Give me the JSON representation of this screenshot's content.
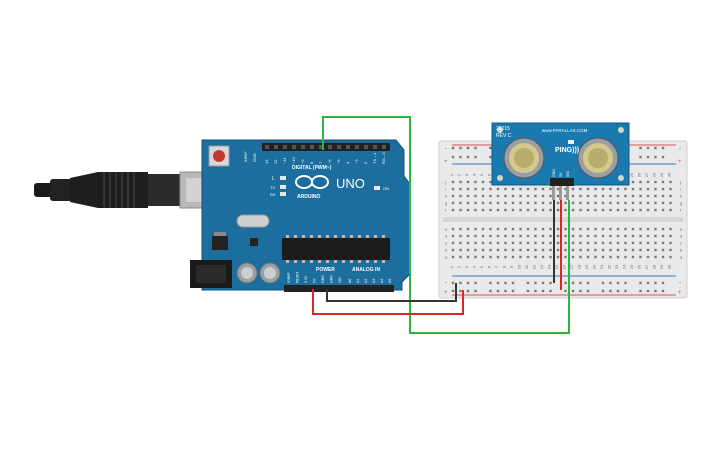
{
  "arduino": {
    "logo_text": "UNO",
    "brand": "ARDUINO",
    "digital_label": "DIGITAL (PWM~)",
    "power_label": "POWER",
    "analog_label": "ANALOG IN",
    "on_label": "ON",
    "led_l": "L",
    "led_tx": "TX",
    "led_rx": "RX",
    "aref": "AREF",
    "gnd_top": "GND",
    "digital_pins": [
      "13",
      "12",
      "~11",
      "~10",
      "~9",
      "8",
      "7",
      "~6",
      "~5",
      "4",
      "~3",
      "2",
      "TX→1",
      "RX←0"
    ],
    "power_pins": [
      "IOREF",
      "RESET",
      "3.3V",
      "5V",
      "GND",
      "GND",
      "VIN"
    ],
    "analog_pins": [
      "A0",
      "A1",
      "A2",
      "A3",
      "A4",
      "A5"
    ]
  },
  "sensor": {
    "model": "28015",
    "rev": "REV C",
    "brand": "www.PARALLAX.COM",
    "name": "PING)))",
    "pins": [
      "GND",
      "5V",
      "SIG"
    ]
  },
  "breadboard": {
    "columns": [
      "1",
      "2",
      "3",
      "4",
      "5",
      "6",
      "7",
      "8",
      "9",
      "10",
      "11",
      "12",
      "13",
      "14",
      "15",
      "16",
      "17",
      "18",
      "19",
      "20",
      "21",
      "22",
      "23",
      "24",
      "25",
      "26",
      "27",
      "28",
      "29",
      "30"
    ],
    "rows_top": [
      "j",
      "i",
      "h",
      "g",
      "f"
    ],
    "rows_bottom": [
      "e",
      "d",
      "c",
      "b",
      "a"
    ],
    "plus": "+",
    "minus": "-"
  },
  "colors": {
    "arduino_blue": "#1b6e9e",
    "sensor_blue": "#1a7ab0",
    "wire_green": "#2db43c",
    "wire_red": "#e0242c",
    "wire_black": "#333333",
    "breadboard": "#e9e9e9",
    "rail_red": "#d9534f",
    "rail_blue": "#3a76c4"
  }
}
